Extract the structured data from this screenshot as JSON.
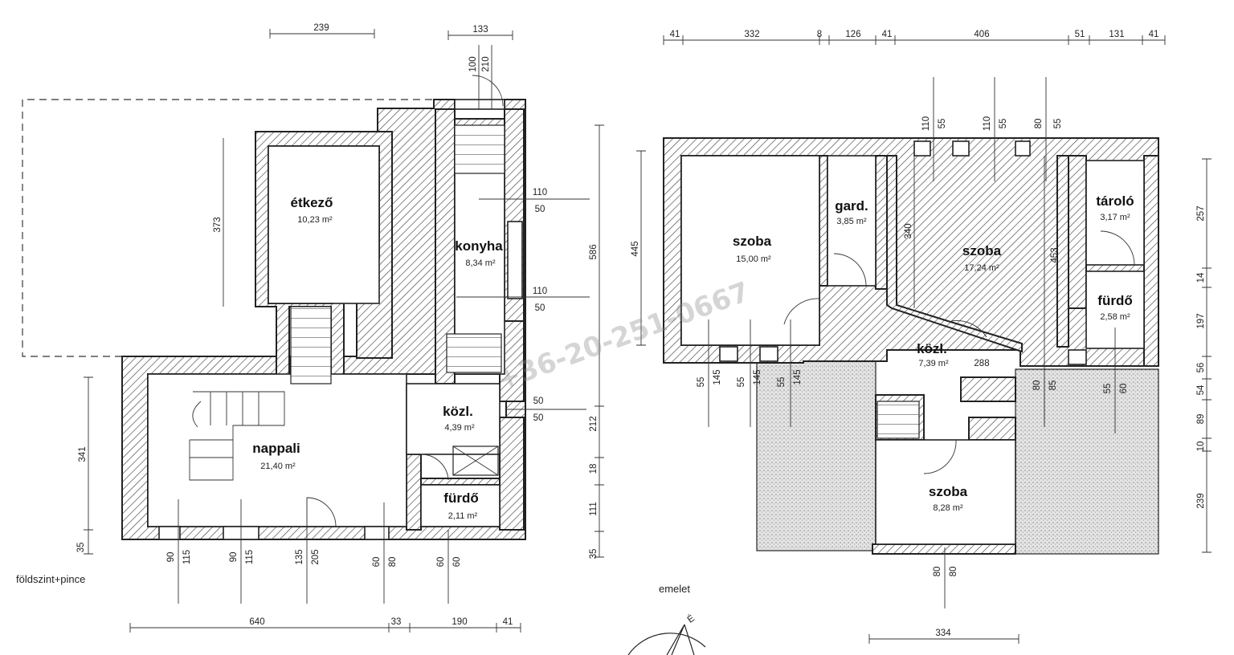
{
  "ground": {
    "caption": "földszint+pince",
    "rooms": {
      "etkezo": {
        "name": "étkező",
        "area": "10,23 m²"
      },
      "konyha": {
        "name": "konyha",
        "area": "8,34 m²"
      },
      "kozl": {
        "name": "közl.",
        "area": "4,39 m²"
      },
      "nappali": {
        "name": "nappali",
        "area": "21,40 m²"
      },
      "furdo": {
        "name": "fürdő",
        "area": "2,11 m²"
      }
    },
    "dims": {
      "top_239": "239",
      "top_133": "133",
      "v100": "100",
      "v210": "210",
      "v373": "373",
      "k110a": "110",
      "k50a": "50",
      "k110b": "110",
      "k50b": "50",
      "c50a": "50",
      "c50b": "50",
      "r586": "586",
      "r212": "212",
      "r18": "18",
      "r111": "111",
      "r35": "35",
      "l341": "341",
      "l35": "35",
      "b90a": "90",
      "b115a": "115",
      "b90b": "90",
      "b115b": "115",
      "b135": "135",
      "b205": "205",
      "b60a": "60",
      "b80": "80",
      "b60b": "60",
      "b60c": "60",
      "bot640": "640",
      "bot33": "33",
      "bot190": "190",
      "bot41": "41"
    }
  },
  "upper": {
    "caption": "emelet",
    "rooms": {
      "szoba1": {
        "name": "szoba",
        "area": "15,00 m²"
      },
      "gard": {
        "name": "gard.",
        "area": "3,85 m²"
      },
      "szoba2": {
        "name": "szoba",
        "area": "17,24 m²"
      },
      "tarolo": {
        "name": "tároló",
        "area": "3,17 m²"
      },
      "furdo": {
        "name": "fürdő",
        "area": "2,58 m²"
      },
      "kozl": {
        "name": "közl.",
        "area": "7,39 m²"
      },
      "szoba3": {
        "name": "szoba",
        "area": "8,28 m²"
      }
    },
    "dims": {
      "t41a": "41",
      "t332": "332",
      "t8": "8",
      "t126": "126",
      "t41b": "41",
      "t406": "406",
      "t51": "51",
      "t131": "131",
      "t41c": "41",
      "w110a": "110",
      "w55a": "55",
      "w110b": "110",
      "w55b": "55",
      "w80": "80",
      "w55c": "55",
      "l445": "445",
      "s340": "340",
      "s453": "453",
      "k288": "288",
      "r257": "257",
      "r14": "14",
      "r197": "197",
      "r56": "56",
      "r54": "54",
      "r89": "89",
      "r10": "10",
      "r239": "239",
      "b55a": "55",
      "b145a": "145",
      "b55b": "55",
      "b145b": "145",
      "b55c": "55",
      "b145c": "145",
      "b80a": "80",
      "b85": "85",
      "b55d": "55",
      "b60": "60",
      "s80a": "80",
      "s80b": "80",
      "bot334": "334"
    }
  },
  "watermark": "+36-20-251-0667",
  "north_label": "É"
}
